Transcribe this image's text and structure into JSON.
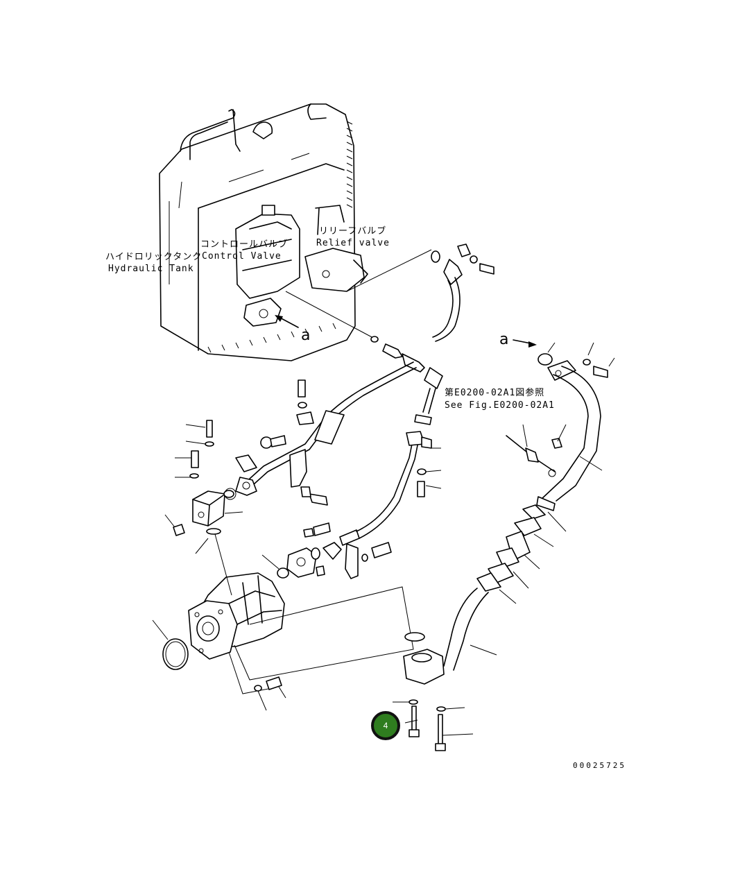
{
  "labels": {
    "hydraulic_tank_jp": "ハイドロリックタンク",
    "hydraulic_tank_en": "Hydraulic Tank",
    "control_valve_jp": "コントロールバルブ",
    "control_valve_en": "Control Valve",
    "relief_valve_jp": "リリーフバルブ",
    "relief_valve_en": "Relief valve",
    "ref_a_left": "a",
    "ref_a_right": "a",
    "see_fig_jp": "第E0200-02A1図参照",
    "see_fig_en": "See Fig.E0200-02A1",
    "document_number": "00025725"
  },
  "callout": {
    "number": "4",
    "color": "#2f7d1f"
  },
  "icons": [
    "hydraulic-tank",
    "control-valve",
    "relief-valve",
    "hydraulic-pump",
    "hoses",
    "bolts",
    "o-rings",
    "clamps"
  ]
}
